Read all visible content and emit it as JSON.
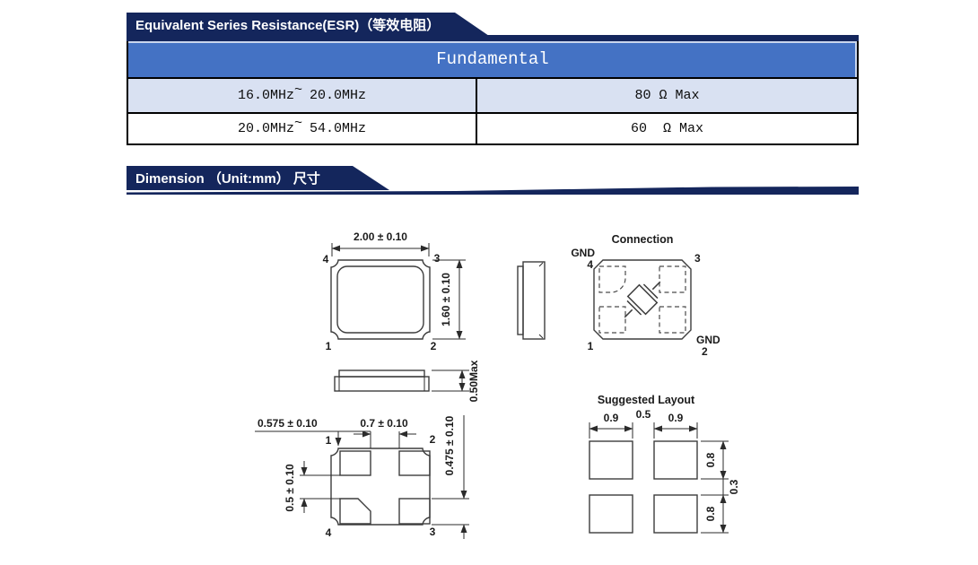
{
  "colors": {
    "banner_bg": "#14265c",
    "table_header_bg": "#4472c4",
    "table_row_alt_bg": "#d9e1f2",
    "table_border": "#000000",
    "drawing_line": "#3d3d3d"
  },
  "esr": {
    "banner_title": "Equivalent Series Resistance(ESR)（等效电阻）",
    "table": {
      "header": "Fundamental",
      "rows": [
        {
          "freq_from": "16.0MHz",
          "tilde": "~",
          "freq_to": "20.0MHz",
          "value": "80 Ω Max"
        },
        {
          "freq_from": "20.0MHz",
          "tilde": "~",
          "freq_to": "54.0MHz",
          "value": "60  Ω Max"
        }
      ]
    }
  },
  "dimension": {
    "banner_title": "Dimension （Unit:mm） 尺寸",
    "top_view": {
      "width_dim": "2.00 ± 0.10",
      "height_dim": "1.60 ± 0.10",
      "pin_top_left": "4",
      "pin_top_right": "3",
      "pin_bottom_left": "1",
      "pin_bottom_right": "2"
    },
    "side_view": {
      "thickness_dim": "0.50Max"
    },
    "connection": {
      "title": "Connection",
      "gnd_top": "GND",
      "pin_top_left": "4",
      "pin_top_right": "3",
      "pin_bottom_left": "1",
      "gnd_bottom": "GND",
      "pin_bottom_right": "2"
    },
    "bottom_view": {
      "pad_width_dim": "0.575 ± 0.10",
      "pad_pitch_dim": "0.7 ± 0.10",
      "pad_gap_dim": "0.5 ± 0.10",
      "pad_height_dim": "0.475 ± 0.10",
      "pin_top_left": "1",
      "pin_top_right": "2",
      "pin_bottom_left": "4",
      "pin_bottom_right": "3"
    },
    "suggested_layout": {
      "title": "Suggested Layout",
      "pad_width_left": "0.9",
      "pad_gap_h": "0.5",
      "pad_width_right": "0.9",
      "pad_height_top": "0.8",
      "pad_gap_v": "0.3",
      "pad_height_bottom": "0.8"
    }
  }
}
